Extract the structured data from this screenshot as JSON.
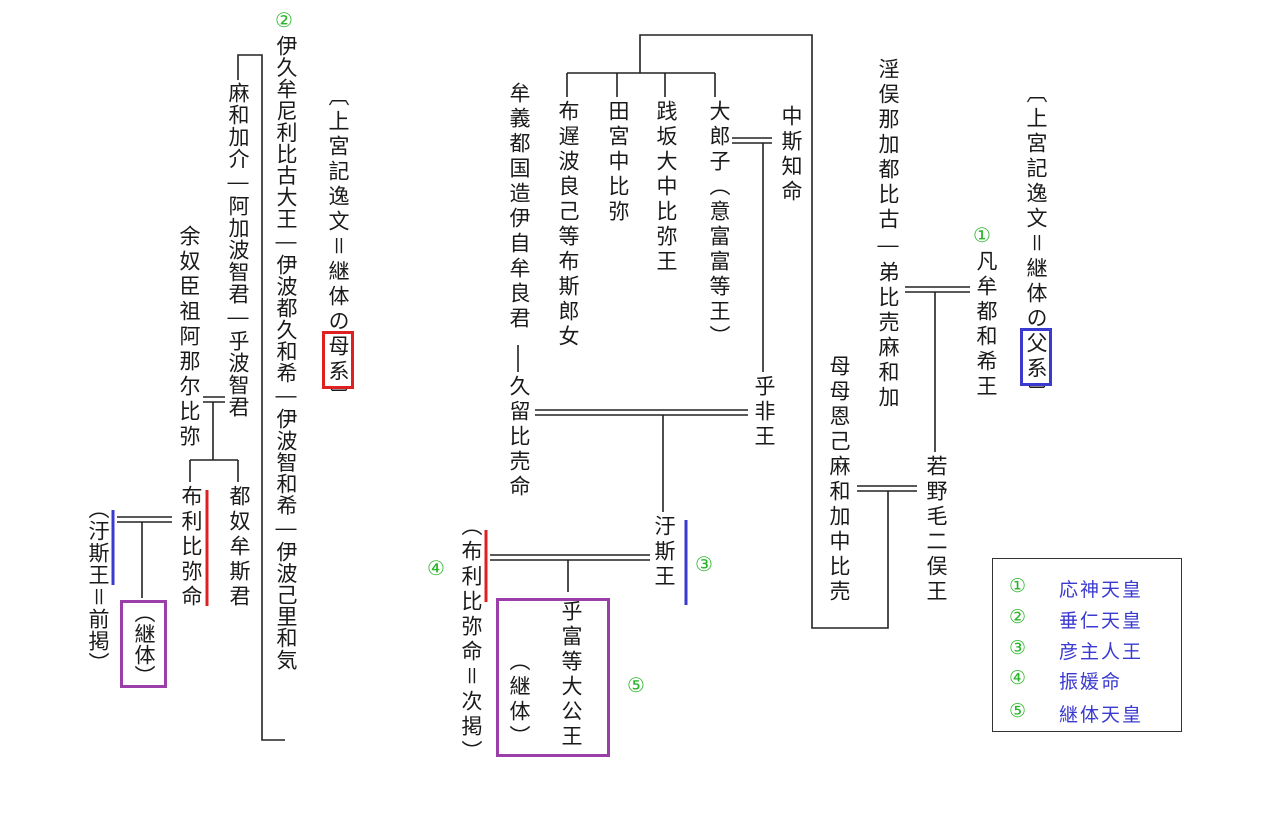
{
  "colors": {
    "circled_number": "#2ab52a",
    "legend_text": "#3a3ad0",
    "paternal_box": "#3a3ad0",
    "maternal_box": "#e02020",
    "kei_box": "#9b3fa8"
  },
  "paternal": {
    "title_pre": "〔上宮記逸文＝継体の",
    "title_boxed": "父系",
    "title_post": "〕",
    "mark1": "①",
    "homuda": "凡牟都和希王",
    "ohomata": "淫俣那加都比古―弟比売麻和加",
    "wakanuke": "若野毛二俣王",
    "momo": "母母恩己麻和加中比売",
    "nakashi": "中斯知命",
    "oiratsuko": "大郎子（意富富等王）",
    "sakata": "践坂大中比弥王",
    "tamiya": "田宮中比弥",
    "fuji": "布遅波良己等布斯郎女",
    "ohi": "乎非王",
    "mugetsu": "牟義都国造伊自牟良君",
    "kuru": "久留比売命",
    "ushi": "汙斯王",
    "mark3": "③",
    "furihime": "（布利比弥命＝次掲）",
    "mark4": "④",
    "ohodo": "乎富等大公王",
    "keitai": "（継体）",
    "mark5": "⑤"
  },
  "maternal": {
    "title_pre": "〔上宮記逸文＝継体の",
    "title_boxed": "母系",
    "title_post": "〕",
    "mark2": "②",
    "ikume": "伊久牟尼利比古大王―伊波都久和希―伊波智和希―伊波己里和気",
    "mawaka": "麻和加介―阿加波智君―乎波智君",
    "yonu": "余奴臣祖阿那尔比弥",
    "tsunu": "都奴牟斯君",
    "furihime": "布利比弥命",
    "ushi": "（汙斯王＝前掲）",
    "keitai": "（継体）"
  },
  "legend": [
    {
      "num": "①",
      "name": "応神天皇"
    },
    {
      "num": "②",
      "name": "垂仁天皇"
    },
    {
      "num": "③",
      "name": "彦主人王"
    },
    {
      "num": "④",
      "name": "振媛命"
    },
    {
      "num": "⑤",
      "name": "継体天皇"
    }
  ]
}
